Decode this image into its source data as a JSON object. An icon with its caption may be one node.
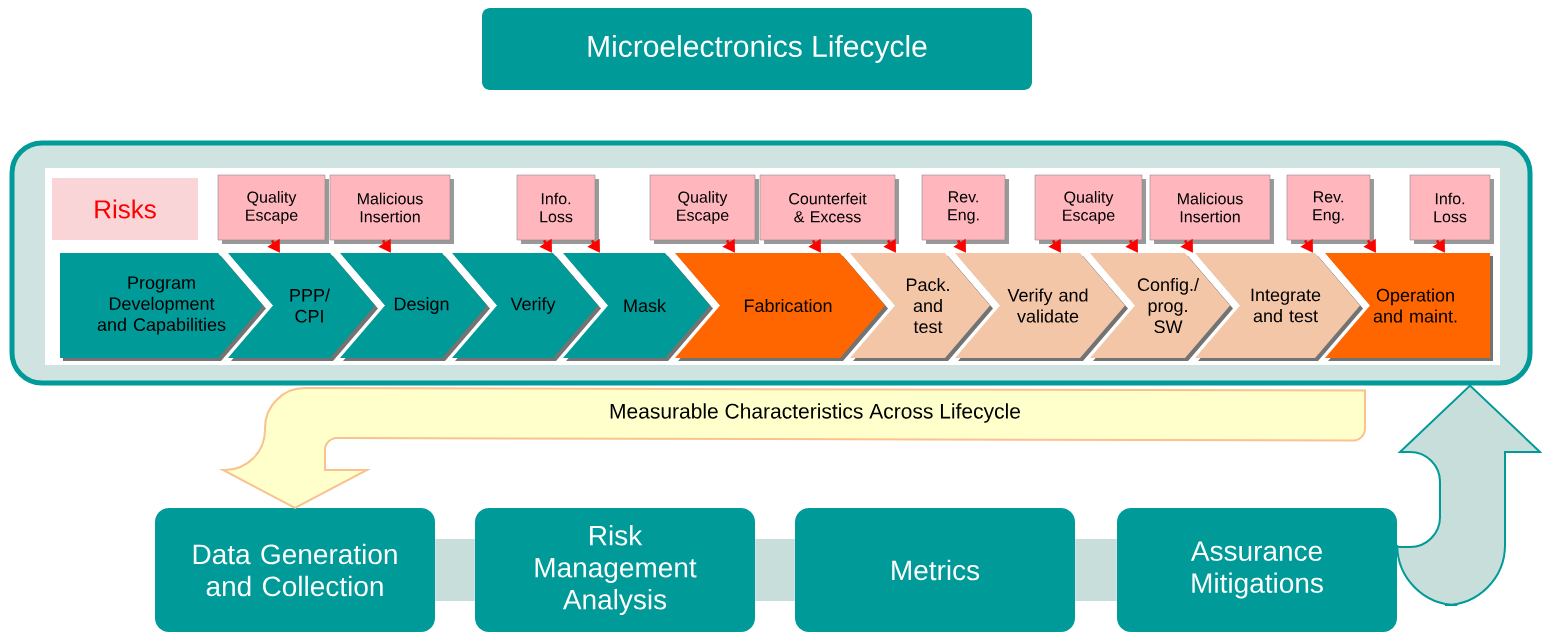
{
  "diagram": {
    "nodes": [
      {
        "text": [
          "Microelectronics Lifecycle"
        ]
      },
      {
        "text": [],
        "shape": "box"
      },
      {
        "text": [
          "Risks"
        ],
        "in": 1
      },
      {
        "text": [
          "Quality Escape"
        ],
        "in": 1
      },
      {
        "text": [
          "Malicious Insertion"
        ],
        "in": 1
      },
      {
        "text": [
          "Info. Loss"
        ],
        "in": 1
      },
      {
        "text": [
          "Quality Escape"
        ],
        "in": 1
      },
      {
        "text": [
          "Counterfeit & Excess"
        ],
        "in": 1
      },
      {
        "text": [
          "Rev. Eng."
        ],
        "in": 1
      },
      {
        "text": [
          "Quality Escape"
        ],
        "in": 1
      },
      {
        "text": [
          "Malicious Insertion"
        ],
        "in": 1
      },
      {
        "text": [
          "Rev. Eng."
        ],
        "in": 1
      },
      {
        "text": [
          "Info. Loss"
        ],
        "in": 1
      },
      {
        "text": [
          "Program Development and Capabilities"
        ],
        "in": 1
      },
      {
        "text": [
          "PPP/ CPI"
        ],
        "in": 1
      },
      {
        "text": [
          "Design"
        ],
        "in": 1
      },
      {
        "text": [
          "Verify"
        ],
        "in": 1
      },
      {
        "text": [
          "Mask"
        ],
        "in": 1
      },
      {
        "text": [
          "Fabrication"
        ],
        "in": 1
      },
      {
        "text": [
          "Pack. and test"
        ],
        "in": 1
      },
      {
        "text": [
          "Verify and validate"
        ],
        "in": 1
      },
      {
        "text": [
          "Config./ prog. SW"
        ],
        "in": 1
      },
      {
        "text": [
          "Integrate and test"
        ],
        "in": 1
      },
      {
        "text": [
          "Operation and maint."
        ],
        "in": 1
      },
      {
        "text": [
          "Data Generation and Collection"
        ]
      },
      {
        "text": [
          "Risk Management Analysis"
        ]
      },
      {
        "text": [
          "Metrics"
        ]
      },
      {
        "text": [
          "Assurance Mitigations"
        ]
      }
    ],
    "edges": [
      {
        "from": 3,
        "to": 14,
        "arrow": "to"
      },
      {
        "from": 4,
        "to": 15,
        "arrow": "to"
      },
      {
        "from": 5,
        "to": 16,
        "arrow": "to"
      },
      {
        "from": 5,
        "to": 17,
        "arrow": "to"
      },
      {
        "from": 6,
        "to": 18,
        "arrow": "to"
      },
      {
        "from": 7,
        "to": 18,
        "arrow": "to"
      },
      {
        "from": 7,
        "to": 19,
        "arrow": "to"
      },
      {
        "from": 8,
        "to": 19,
        "arrow": "to"
      },
      {
        "from": 9,
        "to": 20,
        "arrow": "to"
      },
      {
        "from": 9,
        "to": 21,
        "arrow": "to"
      },
      {
        "from": 10,
        "to": 21,
        "arrow": "to"
      },
      {
        "from": 11,
        "to": 22,
        "arrow": "to"
      },
      {
        "from": 11,
        "to": 23,
        "arrow": "to"
      },
      {
        "from": 12,
        "to": 23,
        "arrow": "to"
      },
      {
        "from": 24,
        "to": 25,
        "arrow": "none",
        "style": "thick",
        "color": "#c8dedb"
      },
      {
        "from": 25,
        "to": 26,
        "arrow": "none",
        "style": "thick",
        "color": "#c8dedb"
      },
      {
        "from": 26,
        "to": 27,
        "arrow": "none",
        "style": "thick",
        "color": "#c8dedb"
      },
      {
        "from": 1,
        "to": 24,
        "arrow": "to",
        "style": "thick",
        "color": "#ffffcc",
        "label": "Measurable Characteristics Across Lifecycle"
      },
      {
        "from": 27,
        "to": 1,
        "arrow": "to",
        "style": "thick",
        "color": "#c8dedb"
      }
    ]
  }
}
